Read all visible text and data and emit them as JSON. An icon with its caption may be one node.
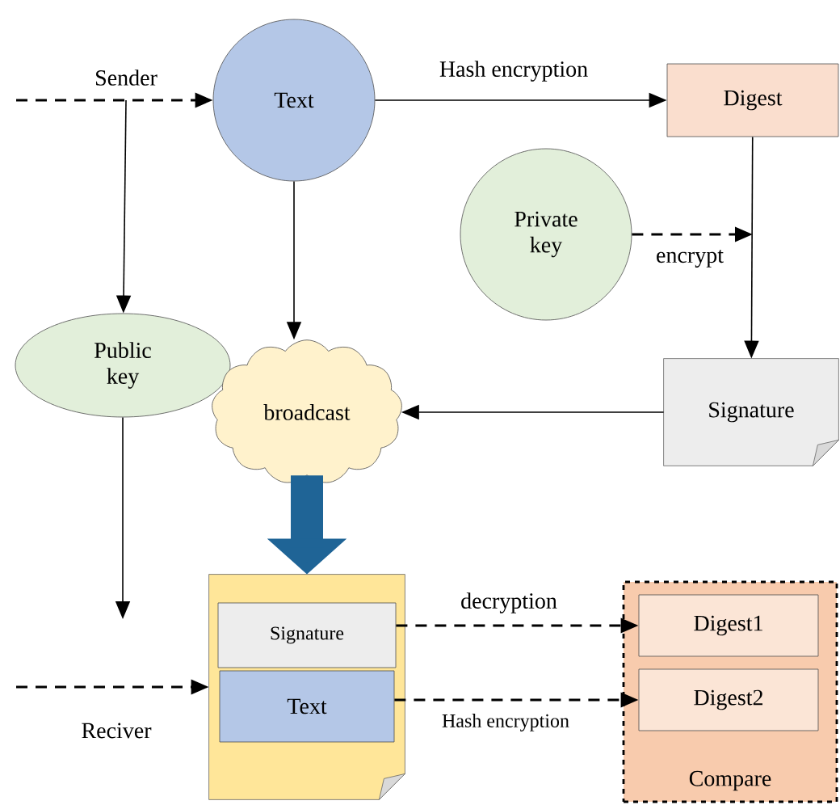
{
  "diagram": {
    "nodes": [
      {
        "text": [
          "Text"
        ]
      },
      {
        "text": [
          "Digest"
        ]
      },
      {
        "text": [
          "Private key"
        ]
      },
      {
        "text": [
          "Public key"
        ]
      },
      {
        "text": [
          "broadcast"
        ]
      },
      {
        "text": [
          "Signature"
        ]
      },
      {
        "text": [],
        "shape": "box"
      },
      {
        "text": [
          "Signature"
        ],
        "in": 6
      },
      {
        "text": [
          "Text"
        ],
        "in": 6
      },
      {
        "text": [
          "Compare"
        ]
      },
      {
        "text": [
          "Digest1"
        ],
        "in": 9
      },
      {
        "text": [
          "Digest2"
        ],
        "in": 9
      }
    ],
    "edges": [
      {
        "from": null,
        "to": 0,
        "arrow": "to",
        "style": "dashed",
        "label": "Sender"
      },
      {
        "from": null,
        "to": 3,
        "arrow": "to"
      },
      {
        "from": 0,
        "to": 1,
        "arrow": "to",
        "label": "Hash encryption"
      },
      {
        "from": 0,
        "to": 4,
        "arrow": "to"
      },
      {
        "from": 1,
        "to": 5,
        "arrow": "to"
      },
      {
        "from": 2,
        "to": null,
        "arrow": "to",
        "style": "dashed",
        "label": "encrypt"
      },
      {
        "from": 5,
        "to": 4,
        "arrow": "to"
      },
      {
        "from": 4,
        "to": 6,
        "arrow": "to",
        "style": "thick",
        "color": "#1f6496"
      },
      {
        "from": 3,
        "to": null,
        "arrow": "to"
      },
      {
        "from": null,
        "to": 6,
        "arrow": "to",
        "style": "dashed",
        "label": "Reciver"
      },
      {
        "from": 7,
        "to": 10,
        "arrow": "to",
        "style": "dashed",
        "label": "decryption"
      },
      {
        "from": 8,
        "to": 11,
        "arrow": "to",
        "style": "dashed",
        "label": "Hash encryption"
      }
    ]
  }
}
